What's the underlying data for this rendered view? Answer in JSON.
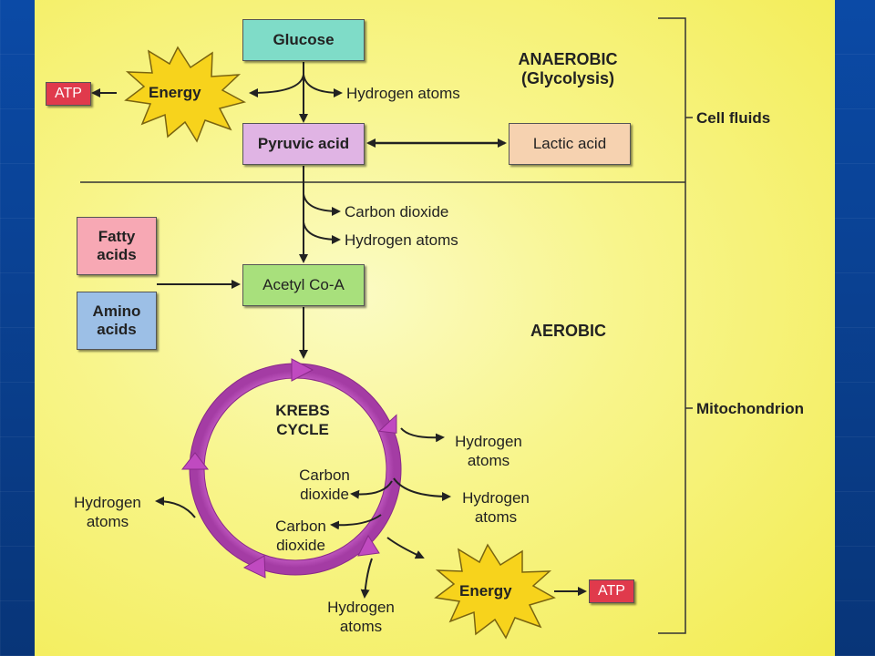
{
  "nodes": {
    "glucose": "Glucose",
    "pyruvic_acid": "Pyruvic acid",
    "lactic_acid": "Lactic acid",
    "fatty_acids": [
      "Fatty",
      "acids"
    ],
    "amino_acids": [
      "Amino",
      "acids"
    ],
    "acetyl_coa": "Acetyl Co-A",
    "energy_top": "Energy",
    "energy_bottom": "Energy",
    "atp_top": "ATP",
    "atp_bottom": "ATP"
  },
  "labels": {
    "hydrogen_atoms_top": "Hydrogen atoms",
    "carbon_dioxide_mid": "Carbon dioxide",
    "hydrogen_atoms_mid": "Hydrogen atoms",
    "krebs_cycle": [
      "KREBS",
      "CYCLE"
    ],
    "krebs_h1": [
      "Hydrogen",
      "atoms"
    ],
    "krebs_h2": [
      "Hydrogen",
      "atoms"
    ],
    "krebs_h_left": [
      "Hydrogen",
      "atoms"
    ],
    "krebs_h_bottom": [
      "Hydrogen",
      "atoms"
    ],
    "krebs_co2_1": [
      "Carbon",
      "dioxide"
    ],
    "krebs_co2_2": [
      "Carbon",
      "dioxide"
    ]
  },
  "sections": {
    "anaerobic": [
      "ANAEROBIC",
      "(Glycolysis)"
    ],
    "aerobic": "AEROBIC",
    "cell_fluids": "Cell fluids",
    "mitochondrion": "Mitochondrion"
  },
  "colors": {
    "glucose": "#7fdcc8",
    "pyruvic_acid": "#e0b4e4",
    "lactic_acid": "#f6d2b0",
    "fatty_acids": "#f7a8b4",
    "amino_acids": "#9cbfe6",
    "acetyl_coa": "#a8e07c",
    "energy": "#f7d31c",
    "atp": "#e03a4c",
    "cycle": "#c04ac0",
    "panel": "#f8f58c"
  }
}
